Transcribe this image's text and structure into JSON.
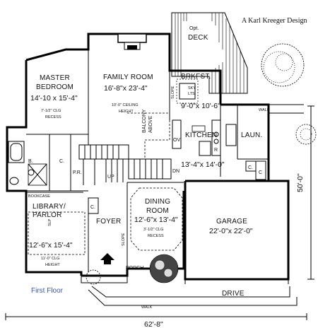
{
  "header": {
    "credit": "A Karl Kreeger Design"
  },
  "caption": {
    "floor": "First Floor"
  },
  "rooms": {
    "deck": {
      "line1": "Opt.",
      "line2": "DECK"
    },
    "family_room": {
      "name": "FAMILY ROOM",
      "dims": "16'-8\"x 23'-4\"",
      "note1": "10'-0\" CEILING",
      "note2": "HEIGHT"
    },
    "master_bedroom": {
      "line1": "MASTER",
      "line2": "BEDROOM",
      "dims": "14'-10 x 15'-4\"",
      "note1": "7'-1/2\" CLG",
      "note2": "RECESS"
    },
    "breakfast": {
      "name": "BRKFST.",
      "dims": "9'-0\"x 10'-6\"",
      "sky1": "SKY",
      "sky2": "LTS"
    },
    "kitchen": {
      "name": "KITCHEN",
      "dims": "13'-4\"x 14'-0\""
    },
    "laundry": {
      "name": "LAUN."
    },
    "balcony": {
      "line1": "BALCONY",
      "line2": "ABOVE"
    },
    "library": {
      "line1": "LIBRARY/",
      "line2": "PARLOR",
      "dims": "12'-6\"x 15'-4\"",
      "note1": "11'-0\" CLG",
      "note2": "HEIGHT"
    },
    "dining": {
      "line1": "DINING",
      "line2": "ROOM",
      "dims": "12'-6\"x 13'-4\"",
      "note1": "3'-1/2\" CLG",
      "note2": "RECESS"
    },
    "foyer": {
      "name": "FOYER"
    },
    "garage": {
      "name": "GARAGE",
      "dims": "22'-0\"x 22'-0\""
    },
    "porch": {
      "name": "PORCH"
    },
    "drive": {
      "name": "DRIVE"
    }
  },
  "small_labels": {
    "walk_top": "WALK",
    "walk_bottom": "WALK",
    "bookcase": "BOOKCASE",
    "b": "B.",
    "c_master": "C.",
    "c_foyer": "C.",
    "c_laun1": "C.",
    "c_laun2": "C",
    "pr": "P.R.",
    "up": "UP",
    "dn": "DN",
    "slope_brk": "SLOPE",
    "slope_din": "SLOPE",
    "slope_lib": "SLP",
    "ov": "OV",
    "r": "R"
  },
  "dimensions": {
    "width": "62'-8\"",
    "depth": "50'-0\""
  }
}
